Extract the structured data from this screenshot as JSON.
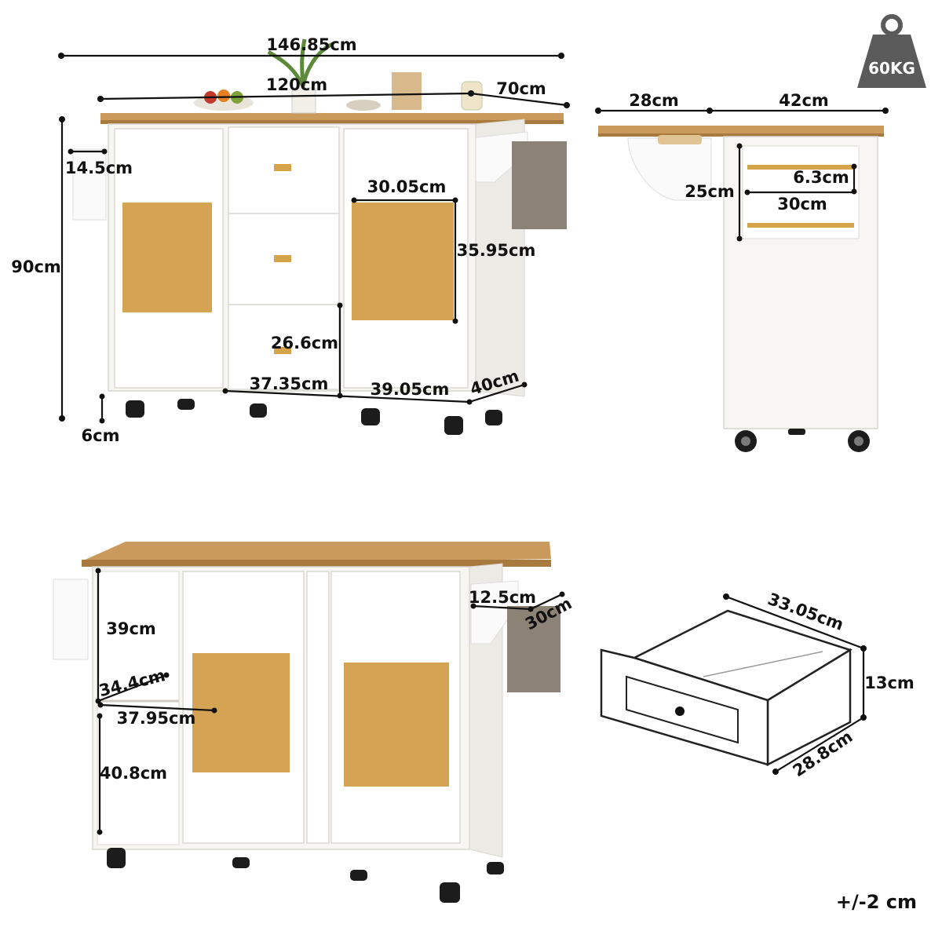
{
  "weight_badge": {
    "label": "60KG",
    "icon": "weight-icon"
  },
  "tolerance": "+/-2 cm",
  "front_view": {
    "overall_width": "146.85cm",
    "top_width": "120cm",
    "top_depth": "70cm",
    "height": "90cm",
    "hook_width": "14.5cm",
    "door_window_width": "30.05cm",
    "door_window_height": "35.95cm",
    "drawer_height": "26.6cm",
    "drawer_section_width": "37.35cm",
    "door_section_width": "39.05cm",
    "body_depth": "40cm",
    "caster_height": "6cm"
  },
  "side_view": {
    "leaf_width": "28cm",
    "body_width": "42cm",
    "shelf_depth": "25cm",
    "rail_gap": "6.3cm",
    "rail_width": "30cm"
  },
  "back_view": {
    "upper_shelf_height": "39cm",
    "shelf_depth": "34.4cm",
    "shelf_width": "37.95cm",
    "lower_shelf_height": "40.8cm",
    "towel_bar_depth": "12.5cm",
    "towel_bar_width": "30cm"
  },
  "drawer_view": {
    "depth": "33.05cm",
    "height": "13cm",
    "width": "28.8cm"
  }
}
